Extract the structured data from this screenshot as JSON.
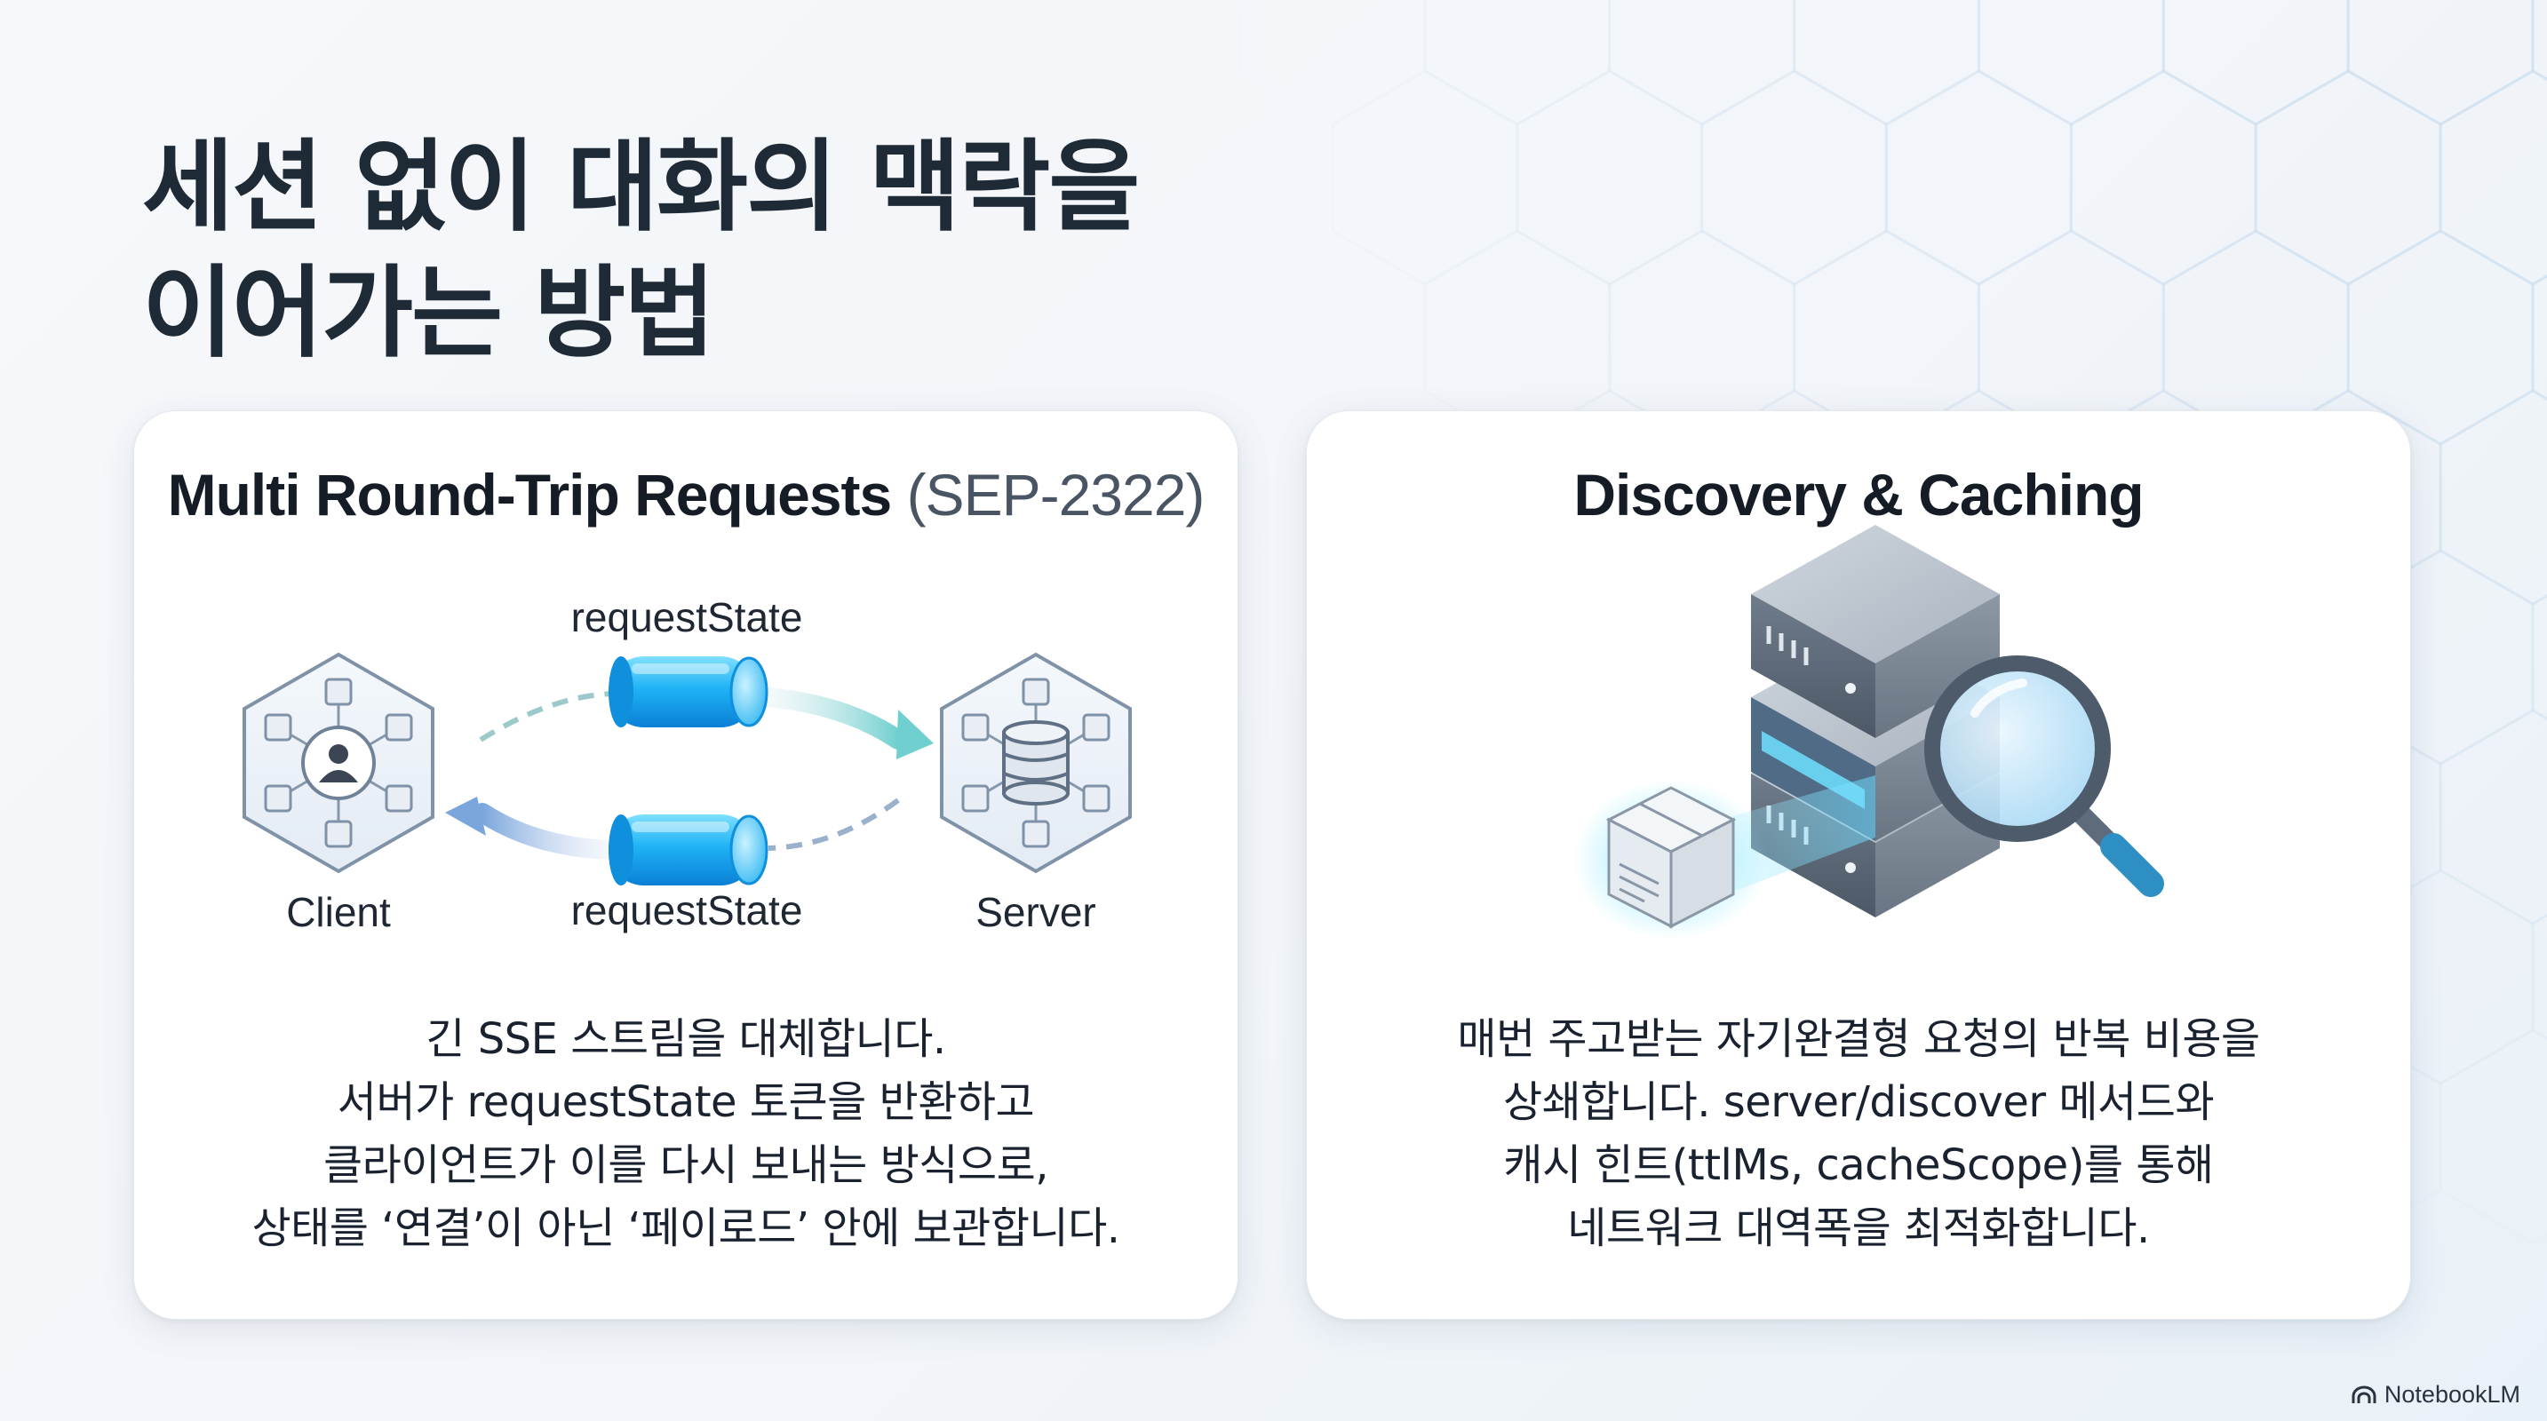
{
  "title": {
    "line1": "세션 없이 대화의 맥락을",
    "line2": "이어가는 방법"
  },
  "left_card": {
    "title": "Multi Round-Trip Requests",
    "title_suffix": "(SEP-2322)",
    "diagram": {
      "client_label": "Client",
      "server_label": "Server",
      "top_token_label": "requestState",
      "bottom_token_label": "requestState",
      "client_icon": "user-network-icon",
      "server_icon": "database-network-icon"
    },
    "description": [
      "긴 SSE 스트림을 대체합니다.",
      "서버가 requestState 토큰을 반환하고",
      "클라이언트가 이를 다시 보내는 방식으로,",
      "상태를 ‘연결’이 아닌 ‘페이로드’ 안에 보관합니다."
    ]
  },
  "right_card": {
    "title": "Discovery & Caching",
    "illustration_icons": [
      "server-rack-icon",
      "magnifier-icon",
      "package-box-icon"
    ],
    "description": [
      "매번 주고받는 자기완결형 요청의 반복 비용을",
      "상쇄합니다. server/discover 메서드와",
      "캐시 힌트(ttlMs, cacheScope)를 통해",
      "네트워크 대역폭을 최적화합니다."
    ]
  },
  "brand": {
    "label": "NotebookLM",
    "icon": "notebooklm-logo-icon"
  },
  "colors": {
    "accent_cyan": "#1fb3f5",
    "title_text": "#1f2a37",
    "card_background": "#ffffff"
  }
}
